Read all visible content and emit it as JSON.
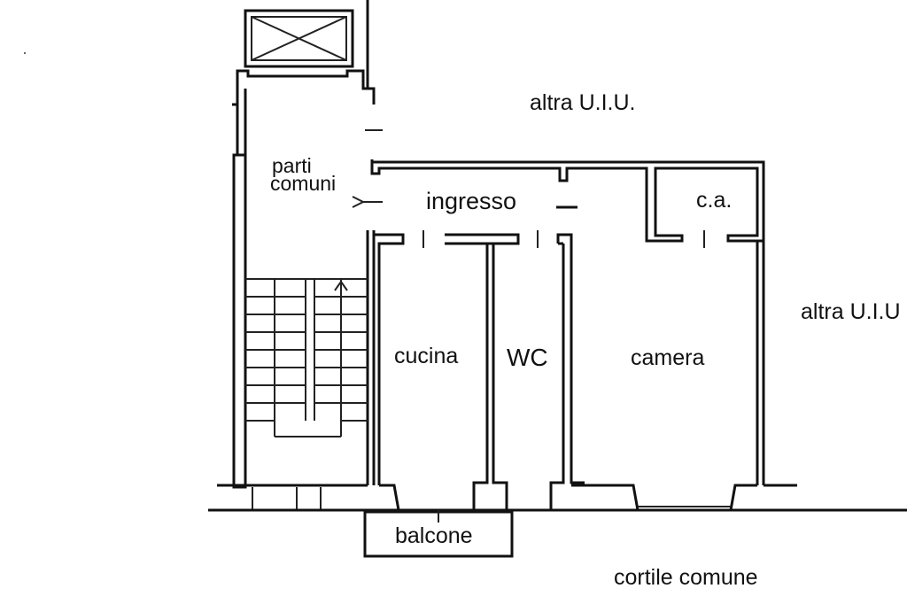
{
  "plan": {
    "labels": {
      "other_unit_top": "altra U.I.U.",
      "other_unit_right": "altra U.I.U",
      "common_parts_1": "parti",
      "common_parts_2": "comuni",
      "entrance": "ingresso",
      "closet": "c.a.",
      "kitchen": "cucina",
      "wc": "WC",
      "bedroom": "camera",
      "balcony": "balcone",
      "courtyard": "cortile comune"
    }
  }
}
